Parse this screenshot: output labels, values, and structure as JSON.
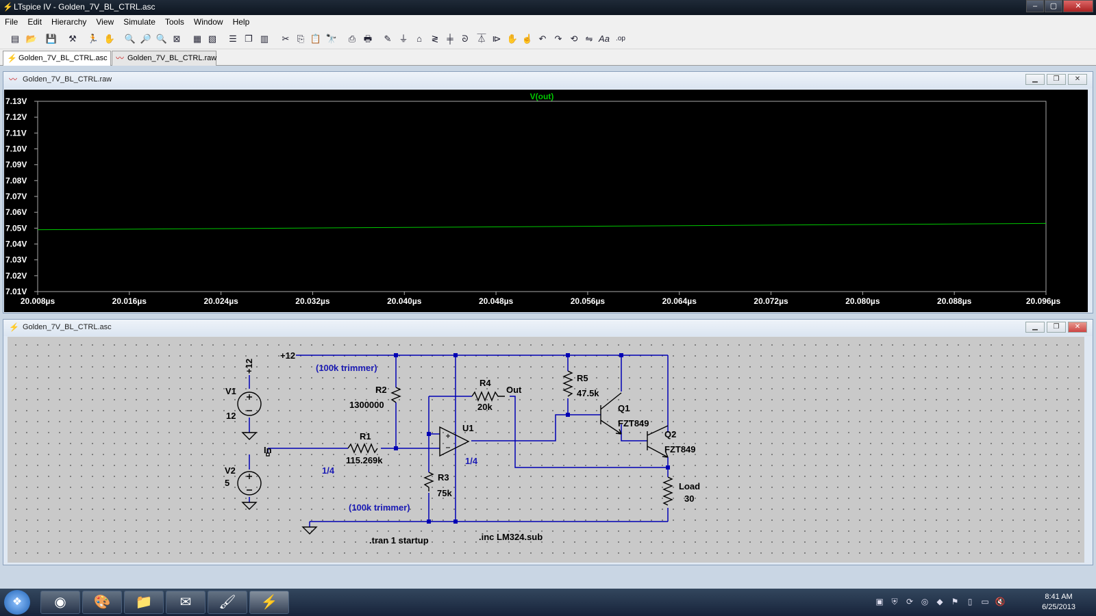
{
  "window": {
    "title": "LTspice IV - Golden_7V_BL_CTRL.asc",
    "controls": [
      "–",
      "▢",
      "✕"
    ]
  },
  "menu": [
    "File",
    "Edit",
    "Hierarchy",
    "View",
    "Simulate",
    "Tools",
    "Window",
    "Help"
  ],
  "tabs": [
    {
      "label": "Golden_7V_BL_CTRL.asc",
      "icon": "schematic-icon",
      "active": true
    },
    {
      "label": "Golden_7V_BL_CTRL.raw",
      "icon": "waveform-icon",
      "active": false
    }
  ],
  "waveform_window": {
    "title": "Golden_7V_BL_CTRL.raw",
    "trace_label": "V(out)",
    "trace_color": "#00c800",
    "y_ticks": [
      "7.13V",
      "7.12V",
      "7.11V",
      "7.10V",
      "7.09V",
      "7.08V",
      "7.07V",
      "7.06V",
      "7.05V",
      "7.04V",
      "7.03V",
      "7.02V",
      "7.01V"
    ],
    "x_ticks": [
      "20.008µs",
      "20.016µs",
      "20.024µs",
      "20.032µs",
      "20.040µs",
      "20.048µs",
      "20.056µs",
      "20.064µs",
      "20.072µs",
      "20.080µs",
      "20.088µs",
      "20.096µs"
    ]
  },
  "chart_data": {
    "type": "line",
    "title": "V(out)",
    "xlabel": "",
    "ylabel": "",
    "xlim": [
      20.008,
      20.096
    ],
    "ylim": [
      7.01,
      7.13
    ],
    "series": [
      {
        "name": "V(out)",
        "x": [
          20.008,
          20.096
        ],
        "values": [
          7.049,
          7.053
        ]
      }
    ]
  },
  "schematic_window": {
    "title": "Golden_7V_BL_CTRL.asc",
    "labels": {
      "net_12": "+12",
      "net_12_vert": "+12",
      "trimmer1": "(100k trimmer)",
      "trimmer2": "(100k trimmer)",
      "r2": "R2",
      "r2_val": "1300000",
      "r1": "R1",
      "r1_val": "115.269k",
      "r3": "R3",
      "r3_val": "75k",
      "r4": "R4",
      "r4_val": "20k",
      "r5": "R5",
      "r5_val": "47.5k",
      "out": "Out",
      "u1": "U1",
      "frac1": "1/4",
      "frac2": "1/4",
      "q1": "Q1",
      "q1_val": "FZT849",
      "q2": "Q2",
      "q2_val": "FZT849",
      "v1": "V1",
      "v1_val": "12",
      "v2": "V2",
      "v2_val": "5",
      "in": "In",
      "load": "Load",
      "load_val": "30",
      "tran": ".tran 1 startup",
      "inc": ".inc LM324.sub"
    },
    "wire_color": "#0000b4",
    "component_color": "#000000",
    "comment_color": "#1a1ab4"
  },
  "taskbar": {
    "buttons": [
      "chrome-icon",
      "paint-icon",
      "explorer-icon",
      "outlook-icon",
      "mspaint-icon",
      "ltspice-icon"
    ],
    "clock_time": "8:41 AM",
    "clock_date": "6/25/2013"
  }
}
